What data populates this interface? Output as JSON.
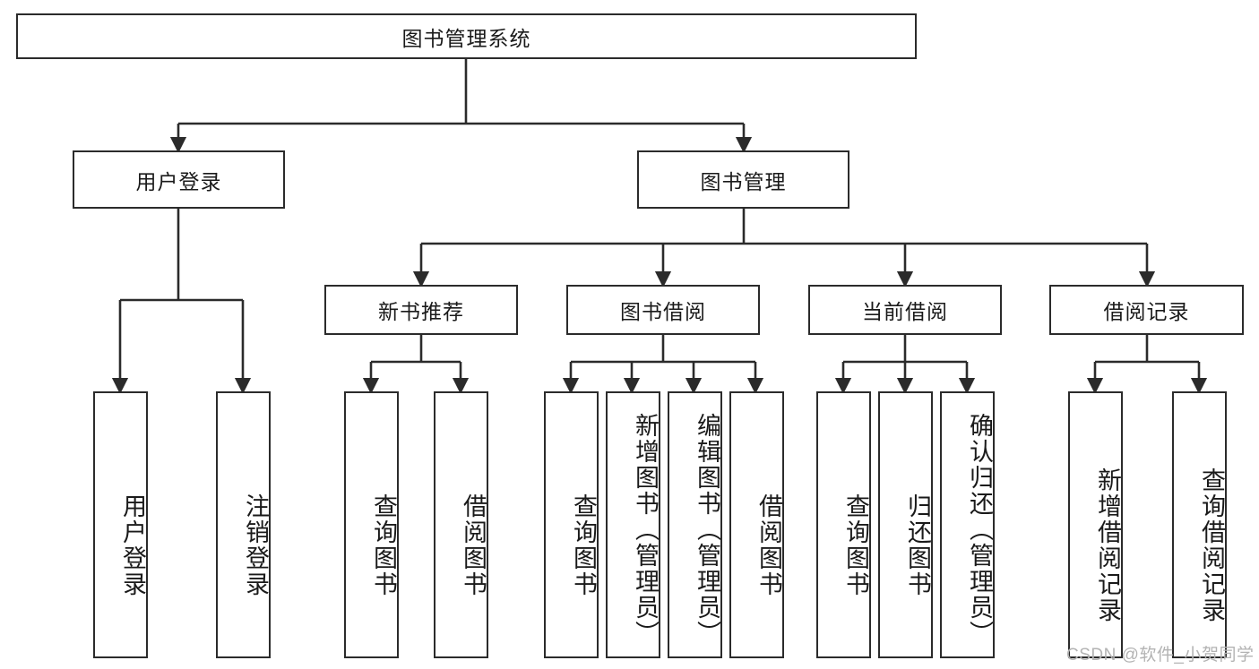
{
  "diagram": {
    "type": "tree-hierarchy",
    "title": "图书管理系统",
    "watermark": "CSDN @软件_小贺同学",
    "colors": {
      "box_border": "#2b2b2b",
      "box_fill": "#ffffff",
      "connector": "#2b2b2b",
      "text": "#1a1a1a",
      "watermark": "#b3b3b3"
    },
    "levels": {
      "root": {
        "label": "图书管理系统"
      },
      "level2": [
        {
          "label": "用户登录"
        },
        {
          "label": "图书管理"
        }
      ],
      "level3": [
        {
          "label": "新书推荐"
        },
        {
          "label": "图书借阅"
        },
        {
          "label": "当前借阅"
        },
        {
          "label": "借阅记录"
        }
      ],
      "leaves": [
        {
          "label": "用户登录",
          "parent": "用户登录"
        },
        {
          "label": "注销登录",
          "parent": "用户登录"
        },
        {
          "label": "查询图书",
          "parent": "新书推荐"
        },
        {
          "label": "借阅图书",
          "parent": "新书推荐"
        },
        {
          "label": "查询图书",
          "parent": "图书借阅"
        },
        {
          "label": "新增图书（管理员）",
          "parent": "图书借阅"
        },
        {
          "label": "编辑图书（管理员）",
          "parent": "图书借阅"
        },
        {
          "label": "借阅图书",
          "parent": "图书借阅"
        },
        {
          "label": "查询图书",
          "parent": "当前借阅"
        },
        {
          "label": "归还图书",
          "parent": "当前借阅"
        },
        {
          "label": "确认归还（管理员）",
          "parent": "当前借阅"
        },
        {
          "label": "新增借阅记录",
          "parent": "借阅记录"
        },
        {
          "label": "查询借阅记录",
          "parent": "借阅记录"
        }
      ]
    }
  }
}
